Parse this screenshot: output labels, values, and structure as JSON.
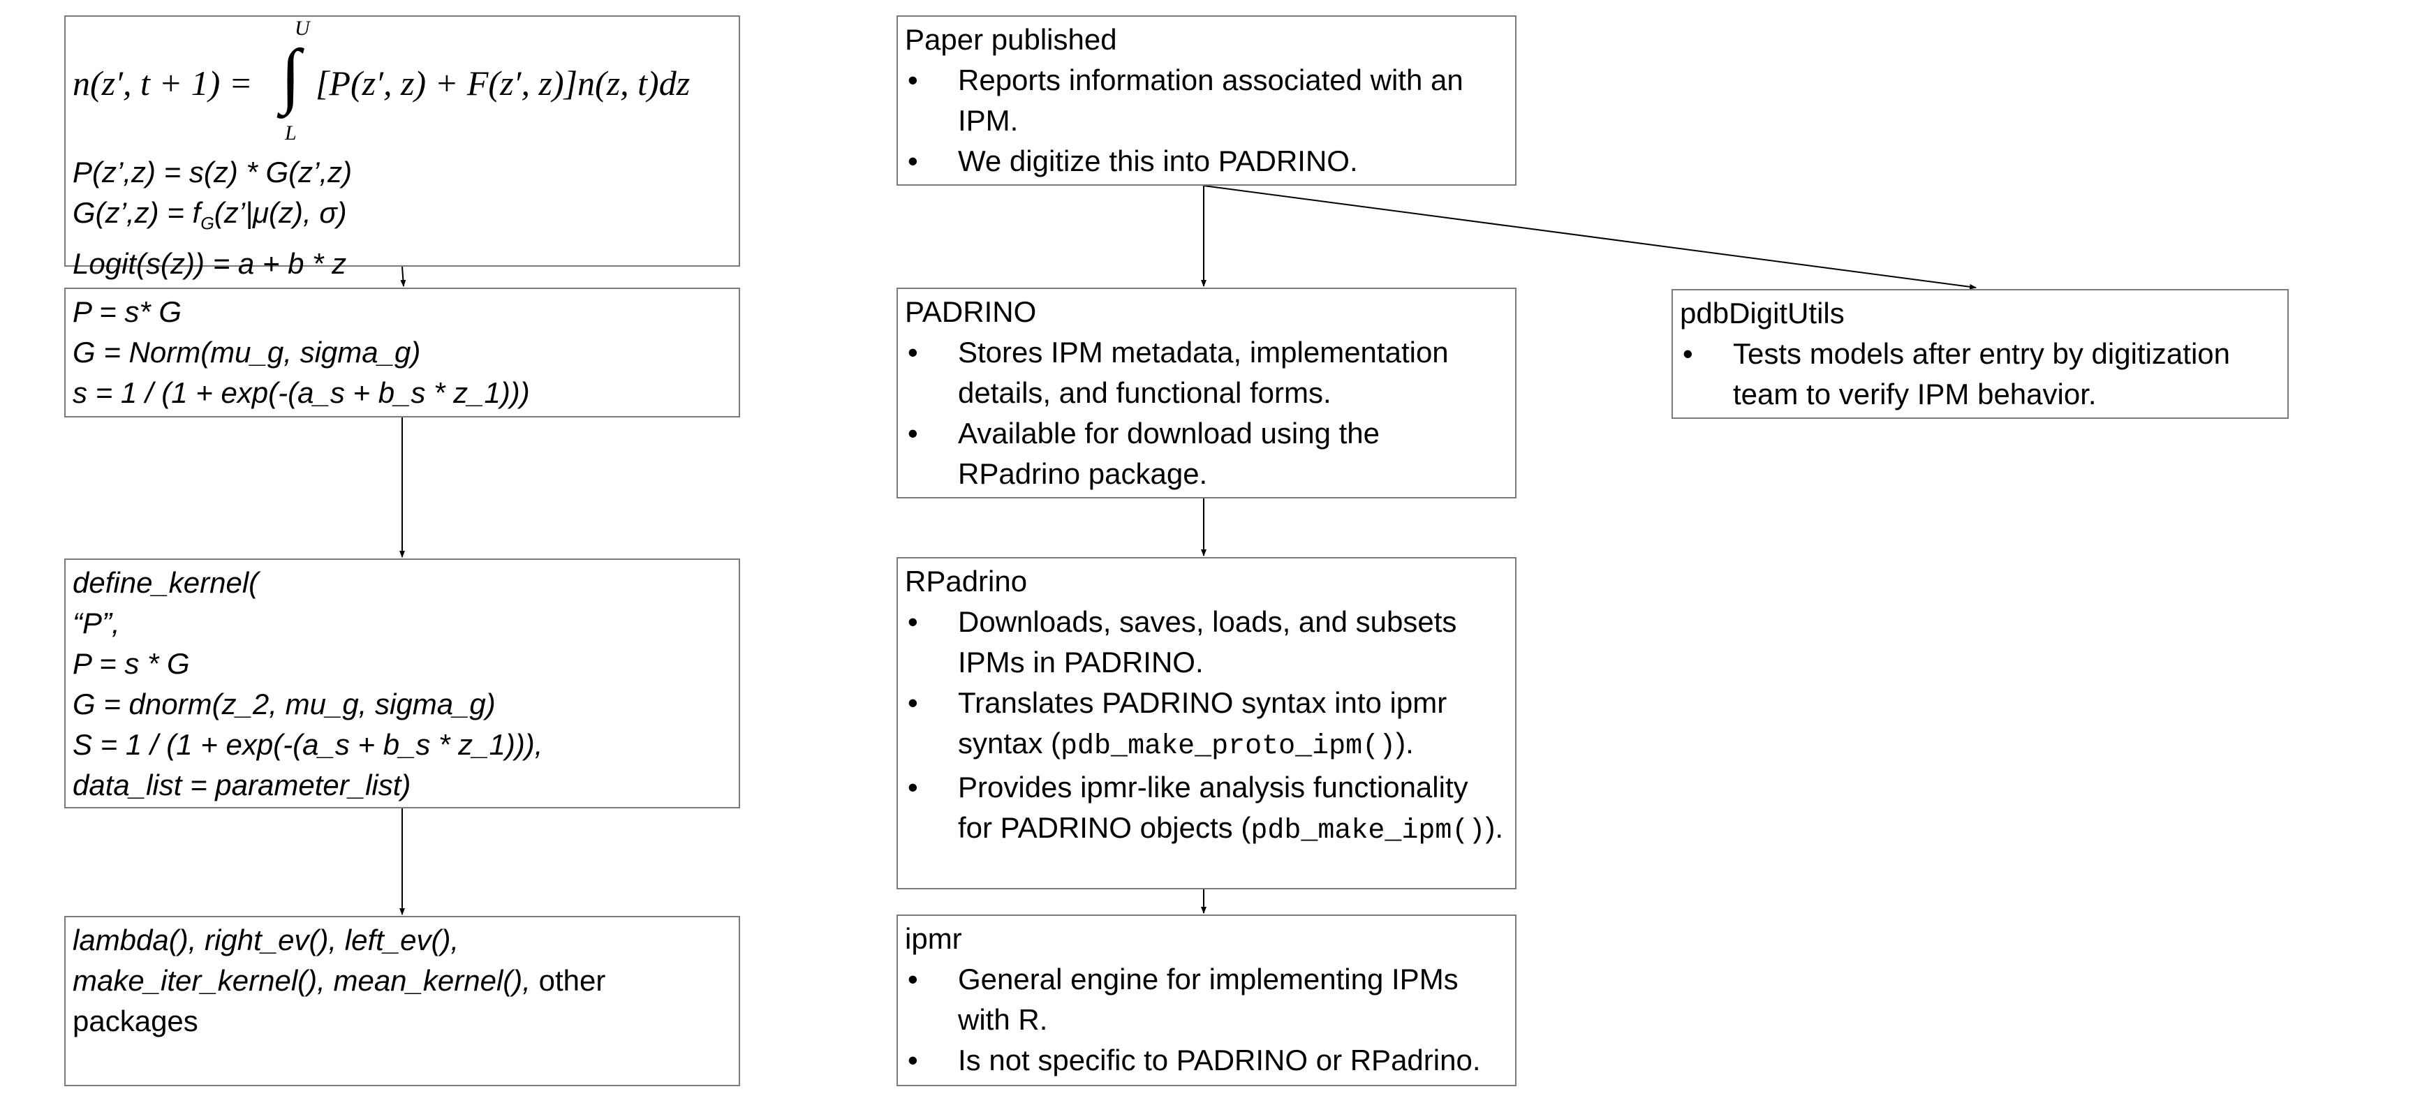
{
  "model_box": {
    "equation_lhs": "n(z′, t + 1) = ",
    "equation_rhs": "[P(z′, z) + F(z′, z)]n(z, t)dz",
    "upper_limit": "U",
    "lower_limit": "L",
    "p_line": "P(z’,z) = s(z) * G(z’,z)",
    "g_line_prefix": "G(z’,z) = f",
    "g_line_sub": "G",
    "g_line_suffix": "(z’|μ(z), σ)",
    "logit_line": "Logit(s(z)) = a + b * z"
  },
  "expr_box": {
    "lines": [
      "P  = s* G",
      "G = Norm(mu_g, sigma_g)",
      "s  = 1 / (1 + exp(-(a_s + b_s * z_1)))"
    ]
  },
  "kernel_box": {
    "lines": [
      "define_kernel(",
      "“P”,",
      "P = s * G",
      "G = dnorm(z_2, mu_g, sigma_g)",
      "S = 1 / (1 + exp(-(a_s  + b_s * z_1))),",
      "data_list = parameter_list)"
    ]
  },
  "analysis_box": {
    "line1": "lambda(), right_ev(), left_ev(),",
    "line2_italic": "make_iter_kernel(), mean_kernel(),",
    "line2_rest": " other",
    "line3": "packages"
  },
  "paper_box": {
    "title": "Paper published",
    "bullets": [
      "Reports information associated with an IPM.",
      "We digitize this into PADRINO."
    ]
  },
  "padrino_box": {
    "title": "PADRINO",
    "bullets": [
      "Stores IPM metadata, implementation details, and functional forms.",
      "Available for download using the RPadrino package."
    ]
  },
  "pdb_box": {
    "title": "pdbDigitUtils",
    "bullets": [
      "Tests models after entry by digitization team to verify IPM behavior."
    ]
  },
  "rpadrino_box": {
    "title": "RPadrino",
    "bullet1": "Downloads, saves, loads, and subsets IPMs in PADRINO.",
    "bullet2_text": "Translates PADRINO syntax into ipmr syntax (",
    "bullet2_code": "pdb_make_proto_ipm()",
    "bullet2_end": ").",
    "bullet3_text": "Provides ipmr-like analysis functionality for PADRINO objects (",
    "bullet3_code": "pdb_make_ipm()",
    "bullet3_end": ")."
  },
  "ipmr_box": {
    "title": "ipmr",
    "bullets": [
      "General engine for implementing IPMs with R.",
      "Is not specific to PADRINO or RPadrino."
    ]
  },
  "colors": {
    "border": "#7a7a7a",
    "arrow": "#000000"
  }
}
